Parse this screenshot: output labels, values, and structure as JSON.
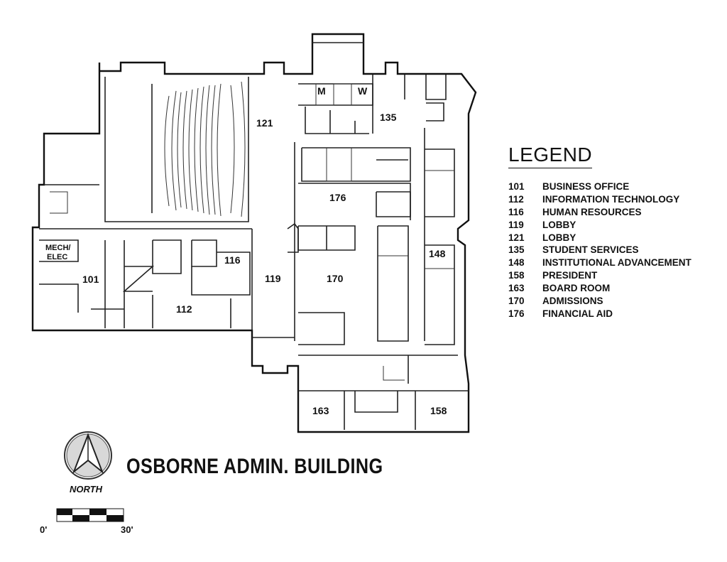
{
  "title": "OSBORNE ADMIN. BUILDING",
  "north_label": "NORTH",
  "scale": {
    "start": "0'",
    "end": "30'"
  },
  "legend": {
    "title": "LEGEND",
    "items": [
      {
        "number": "101",
        "name": "BUSINESS OFFICE"
      },
      {
        "number": "112",
        "name": "INFORMATION TECHNOLOGY"
      },
      {
        "number": "116",
        "name": "HUMAN RESOURCES"
      },
      {
        "number": "119",
        "name": "LOBBY"
      },
      {
        "number": "121",
        "name": "LOBBY"
      },
      {
        "number": "135",
        "name": "STUDENT SERVICES"
      },
      {
        "number": "148",
        "name": "INSTITUTIONAL ADVANCEMENT"
      },
      {
        "number": "158",
        "name": "PRESIDENT"
      },
      {
        "number": "163",
        "name": "BOARD ROOM"
      },
      {
        "number": "170",
        "name": "ADMISSIONS"
      },
      {
        "number": "176",
        "name": "FINANCIAL AID"
      }
    ]
  },
  "rooms": {
    "r121": "121",
    "r135": "135",
    "r176": "176",
    "r170": "170",
    "r148": "148",
    "r101": "101",
    "r112": "112",
    "r116": "116",
    "r119": "119",
    "r163": "163",
    "r158": "158",
    "mech1": "MECH/",
    "mech2": "ELEC",
    "men": "M",
    "women": "W"
  }
}
